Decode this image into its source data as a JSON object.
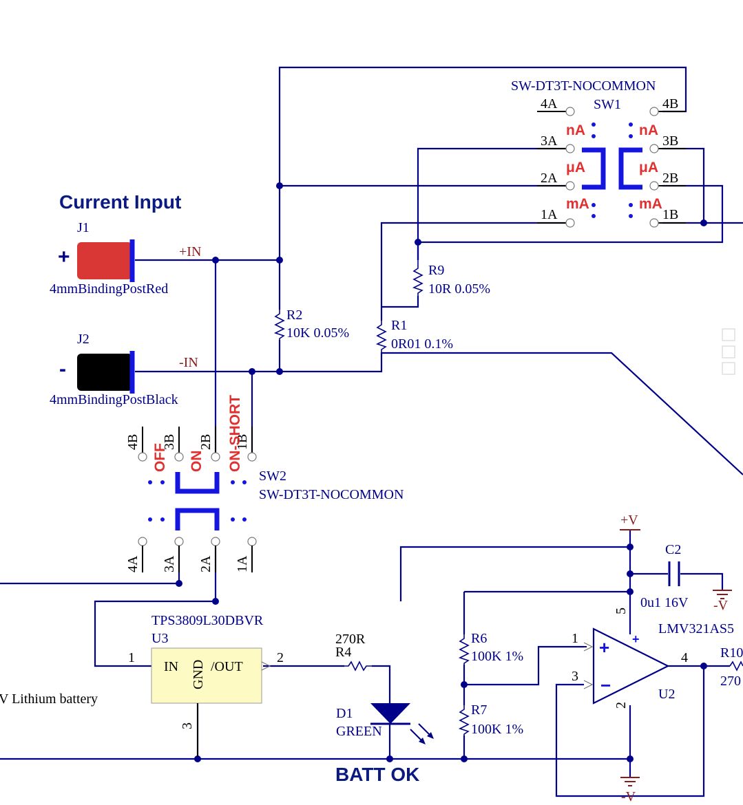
{
  "labels": {
    "current_input": "Current Input",
    "batt_ok": "BATT OK",
    "battery_note": "V Lithium battery",
    "plus_sign": "+",
    "minus_sign": "-"
  },
  "nets": {
    "plus_in": "+IN",
    "minus_in": "-IN",
    "plus_v": "+V",
    "minus_v_top": "-V",
    "minus_v_bottom": "-V"
  },
  "j1": {
    "ref": "J1",
    "value": "4mmBindingPostRed",
    "color": "#d93636"
  },
  "j2": {
    "ref": "J2",
    "value": "4mmBindingPostBlack",
    "color": "#000000"
  },
  "sw1": {
    "part": "SW-DT3T-NOCOMMON",
    "ref": "SW1",
    "pins": {
      "p4a": "4A",
      "p3a": "3A",
      "p2a": "2A",
      "p1a": "1A",
      "p4b": "4B",
      "p3b": "3B",
      "p2b": "2B",
      "p1b": "1B"
    },
    "range_na": "nA",
    "range_ua": "μA",
    "range_ma": "mA"
  },
  "sw2": {
    "ref": "SW2",
    "part": "SW-DT3T-NOCOMMON",
    "pins": {
      "p4b": "4B",
      "p3b": "3B",
      "p2b": "2B",
      "p1b": "1B",
      "p4a": "4A",
      "p3a": "3A",
      "p2a": "2A",
      "p1a": "1A"
    },
    "off": "OFF",
    "on": "ON",
    "on_short": "ON-SHORT"
  },
  "r1": {
    "ref": "R1",
    "value": "0R01 0.1%"
  },
  "r2": {
    "ref": "R2",
    "value": "10K 0.05%"
  },
  "r9": {
    "ref": "R9",
    "value": "10R 0.05%"
  },
  "r4": {
    "ref": "R4",
    "value": "270R"
  },
  "r6": {
    "ref": "R6",
    "value": "100K 1%"
  },
  "r7": {
    "ref": "R7",
    "value": "100K 1%"
  },
  "r10": {
    "ref": "R10",
    "value": "270"
  },
  "c2": {
    "ref": "C2",
    "value": "0u1 16V"
  },
  "d1": {
    "ref": "D1",
    "value": "GREEN"
  },
  "u3": {
    "part": "TPS3809L30DBVR",
    "ref": "U3",
    "pin_in": "IN",
    "pin_gnd": "GND",
    "pin_out": "/OUT",
    "pin1": "1",
    "pin2": "2",
    "pin3": "3",
    "body_color": "#fdfbc3"
  },
  "u2": {
    "part": "LMV321AS5",
    "ref": "U2",
    "pin1": "1",
    "pin2": "2",
    "pin3": "3",
    "pin4": "4",
    "pin5": "5",
    "plus_in": "+",
    "minus_in": "−",
    "plus_supply": "+"
  }
}
